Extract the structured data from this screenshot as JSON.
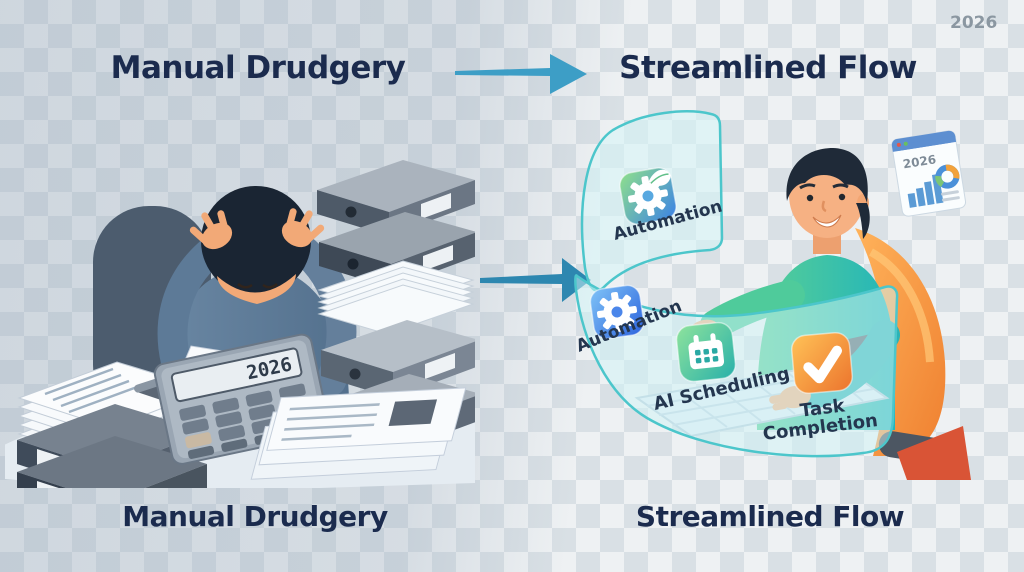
{
  "header": {
    "left_title": "Manual Drudgery",
    "right_title": "Streamlined Flow",
    "year_watermark": "2026"
  },
  "footer": {
    "left_caption": "Manual Drudgery",
    "right_caption": "Streamlined Flow"
  },
  "left_scene": {
    "calculator_display": "2026"
  },
  "right_scene": {
    "labels": {
      "automation_top": "Automation",
      "automation_mid": "Automation",
      "ai_scheduling": "AI Scheduling",
      "task_line1": "Task",
      "task_line2": "Completion"
    },
    "dashboard_year": "2026"
  },
  "icons": {
    "between_titles": "arrow-right-icon",
    "between_scenes": "arrow-right-icon",
    "automation_top": "gear-leaf-icon",
    "automation_mid": "gear-icon",
    "ai_scheduling": "calendar-icon",
    "task_completion": "checkmark-icon",
    "dashboard_bar": "bar-chart-icon",
    "dashboard_donut": "donut-chart-icon"
  },
  "colors": {
    "title_text": "#1b2b4e",
    "arrow_blue": "#3d9ec6",
    "panel_border": "#4cc6cb",
    "panel_glass": "rgba(210,244,246,0.55)",
    "icon_blue": "#2c63dd",
    "icon_green": "#28b0aa",
    "icon_orange": "#ec742d",
    "chair_orange": "#ef8030",
    "shirt_left": "#5d7a97",
    "shirt_right": "#2ab3b6",
    "skin": "#f2a977",
    "checker_dark": "#d9e0e5",
    "checker_light": "#eef1f3"
  }
}
